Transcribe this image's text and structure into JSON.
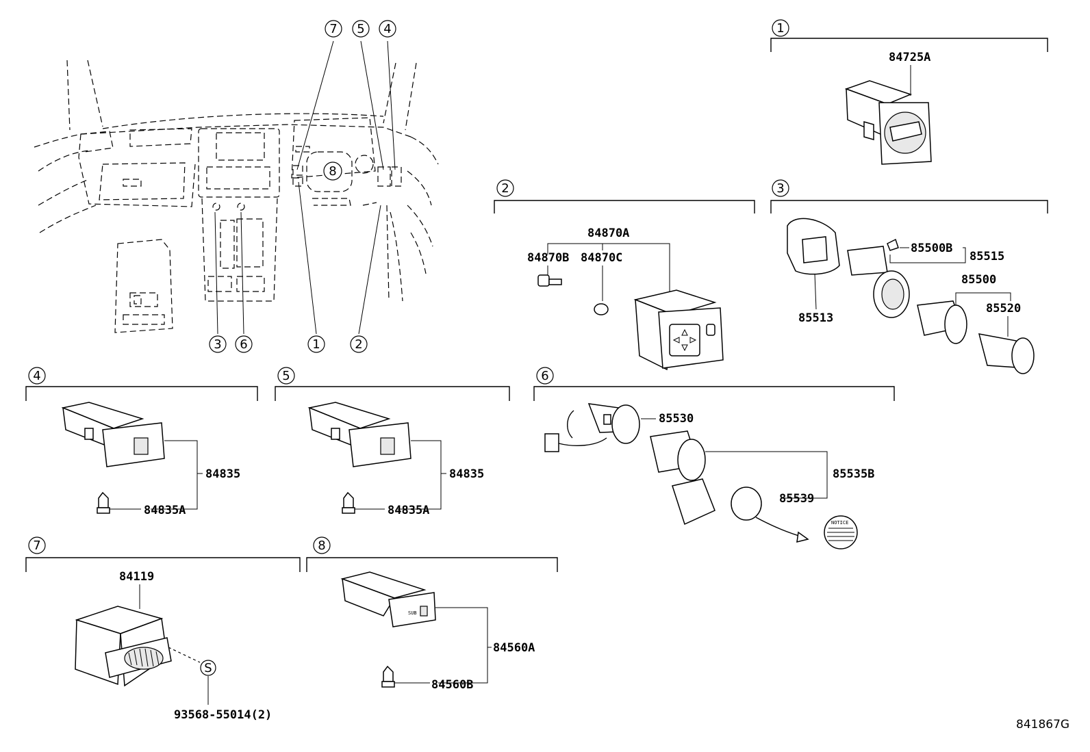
{
  "diagram": {
    "ref_code": "841867G",
    "groups": {
      "g1": {
        "num": "1",
        "parts": {
          "a": "84725A"
        }
      },
      "g2": {
        "num": "2",
        "parts": {
          "a": "84870A",
          "b": "84870B",
          "c": "84870C"
        }
      },
      "g3": {
        "num": "3",
        "parts": {
          "a": "85500B",
          "b": "85515",
          "c": "85500",
          "d": "85520",
          "e": "85513"
        }
      },
      "g4": {
        "num": "4",
        "parts": {
          "a": "84835",
          "b": "84835A"
        }
      },
      "g5": {
        "num": "5",
        "parts": {
          "a": "84835",
          "b": "84835A"
        }
      },
      "g6": {
        "num": "6",
        "parts": {
          "a": "85530",
          "b": "85535B",
          "c": "85539"
        }
      },
      "g7": {
        "num": "7",
        "parts": {
          "a": "84119",
          "b": "93568-55014(2)",
          "s": "S"
        }
      },
      "g8": {
        "num": "8",
        "parts": {
          "a": "84560A",
          "b": "84560B"
        }
      }
    },
    "overview_callouts": {
      "top": [
        "7",
        "5",
        "4"
      ],
      "inner": "8",
      "bottom": [
        "3",
        "6",
        "1",
        "2"
      ]
    },
    "labels": {
      "sub_switch": "SUB",
      "notice": "NOTICE"
    }
  }
}
